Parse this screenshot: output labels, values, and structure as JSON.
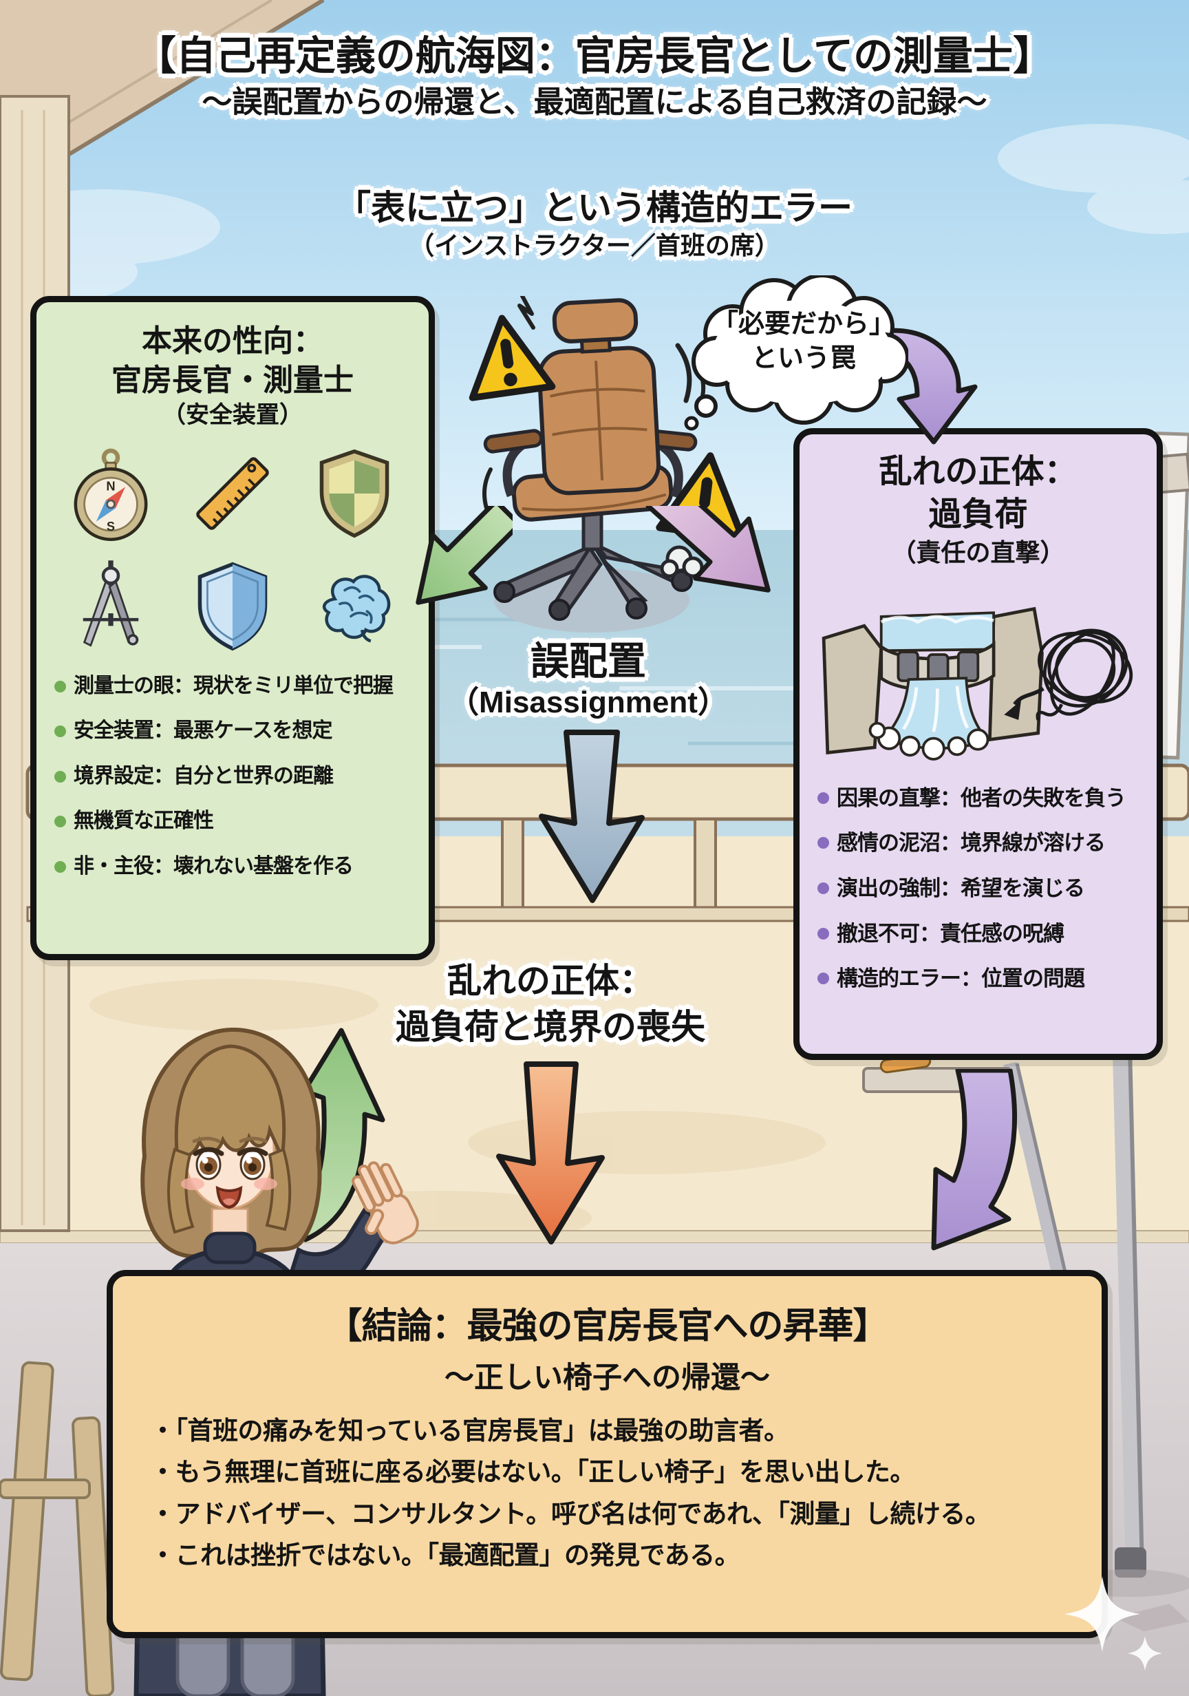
{
  "title": {
    "line1": "【自己再定義の航海図：官房長官としての測量士】",
    "line2": "～誤配置からの帰還と、最適配置による自己救済の記録～"
  },
  "structural_error": {
    "heading": "「表に立つ」という構造的エラー",
    "subheading": "（インストラクター／首班の席）"
  },
  "trait_box": {
    "title_line1": "本来の性向：",
    "title_line2": "官房長官・測量士",
    "subtitle": "（安全装置）",
    "compass_north": "N",
    "compass_south": "S",
    "icons": [
      "compass",
      "ruler",
      "checkered-shield",
      "divider-compass",
      "blue-shield",
      "brain"
    ],
    "bullets": [
      "測量士の眼：現状をミリ単位で把握",
      "安全装置：最悪ケースを想定",
      "境界設定：自分と世界の距離",
      "無機質な正確性",
      "非・主役：壊れない基盤を作る"
    ]
  },
  "center_flow": {
    "thought_bubble_line1": "「必要だから」",
    "thought_bubble_line2": "という罠",
    "misassignment_jp": "誤配置",
    "misassignment_en": "（Misassignment）",
    "turmoil_line1": "乱れの正体：",
    "turmoil_line2": "過負荷と境界の喪失"
  },
  "overload_box": {
    "title_line1": "乱れの正体：",
    "title_line2": "過負荷",
    "subtitle": "（責任の直撃）",
    "bullets": [
      "因果の直撃：他者の失敗を負う",
      "感情の泥沼：境界線が溶ける",
      "演出の強制：希望を演じる",
      "撤退不可：責任感の呪縛",
      "構造的エラー：位置の問題"
    ]
  },
  "conclusion_box": {
    "title": "【結論：最強の官房長官への昇華】",
    "subtitle": "～正しい椅子への帰還～",
    "bullets": [
      "・「首班の痛みを知っている官房長官」は最強の助言者。",
      "・もう無理に首班に座る必要はない。「正しい椅子」を思い出した。",
      "・アドバイザー、コンサルタント。呼び名は何であれ、「測量」し続ける。",
      "・これは挫折ではない。「最適配置」の発見である。"
    ]
  },
  "colors": {
    "trait_box_bg": "#dcebc9",
    "overload_box_bg": "#e6d9f0",
    "conclusion_box_bg": "#f8d8a2",
    "green_arrow": "#9ccb8e",
    "purple_arrow": "#b7a2d8",
    "gray_blue_arrow": "#a9bed2",
    "orange_arrow": "#ee8a5a",
    "warning_yellow": "#f5c51c"
  }
}
